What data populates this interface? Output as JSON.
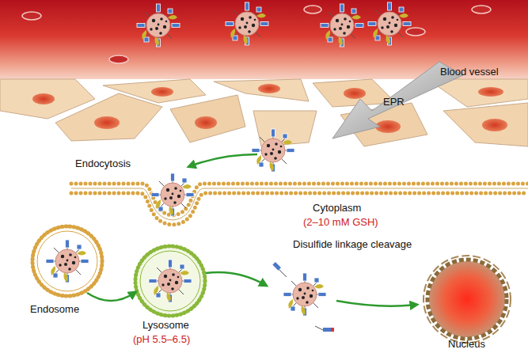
{
  "diagram": {
    "labels": [
      "Blood vessel",
      "EPR",
      "Endocytosis",
      "Cytoplasm",
      "(2–10 mM GSH)",
      "Disulfide linkage cleavage",
      "Endosome",
      "Lysosome",
      "(pH 5.5–6.5)",
      "Nucleus"
    ]
  }
}
